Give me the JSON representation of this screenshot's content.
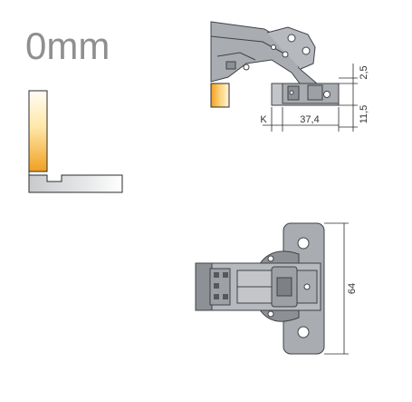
{
  "title": "0mm",
  "dimensions": {
    "top_offset": "2,5",
    "width": "37,4",
    "k_label": "K",
    "plate_height": "11,5",
    "height": "64"
  },
  "colors": {
    "wood_light": "#fff3c8",
    "wood_dark": "#f0a825",
    "metal": "#a9acb1",
    "metal_dark": "#55585d",
    "line": "#2b2b2b",
    "title": "#8f8f91"
  }
}
